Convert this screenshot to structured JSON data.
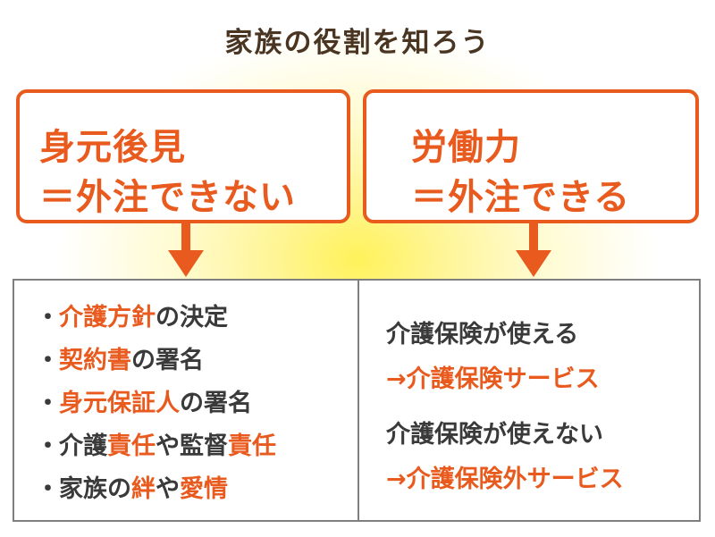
{
  "title": "家族の役割を知ろう",
  "left_box": {
    "line1": "身元後見",
    "line2": "＝外注できない"
  },
  "right_box": {
    "line1": "労働力",
    "line2": "＝外注できる"
  },
  "colors": {
    "accent": "#e85a1d",
    "text": "#3a3a3a",
    "title": "#4a3523",
    "panel_border": "#7f7f7f",
    "glow": "#fff25a"
  },
  "left_list": [
    {
      "bullet": "・",
      "h1": "介護方針",
      "t1": "の決定",
      "h2": "",
      "t2": ""
    },
    {
      "bullet": "・",
      "h1": "契約書",
      "t1": "の署名",
      "h2": "",
      "t2": ""
    },
    {
      "bullet": "・",
      "h1": "身元保証人",
      "t1": "の署名",
      "h2": "",
      "t2": ""
    },
    {
      "bullet": "・",
      "pre": "介護",
      "h1": "責任",
      "t1": "や監督",
      "h2": "責任",
      "t2": ""
    },
    {
      "bullet": "・",
      "pre": "家族の",
      "h1": "絆",
      "t1": "や",
      "h2": "愛情",
      "t2": ""
    }
  ],
  "right_panel": {
    "q1": "介護保険が使える",
    "a1": "→介護保険サービス",
    "q2": "介護保険が使えない",
    "a2": "→介護保険外サービス"
  }
}
